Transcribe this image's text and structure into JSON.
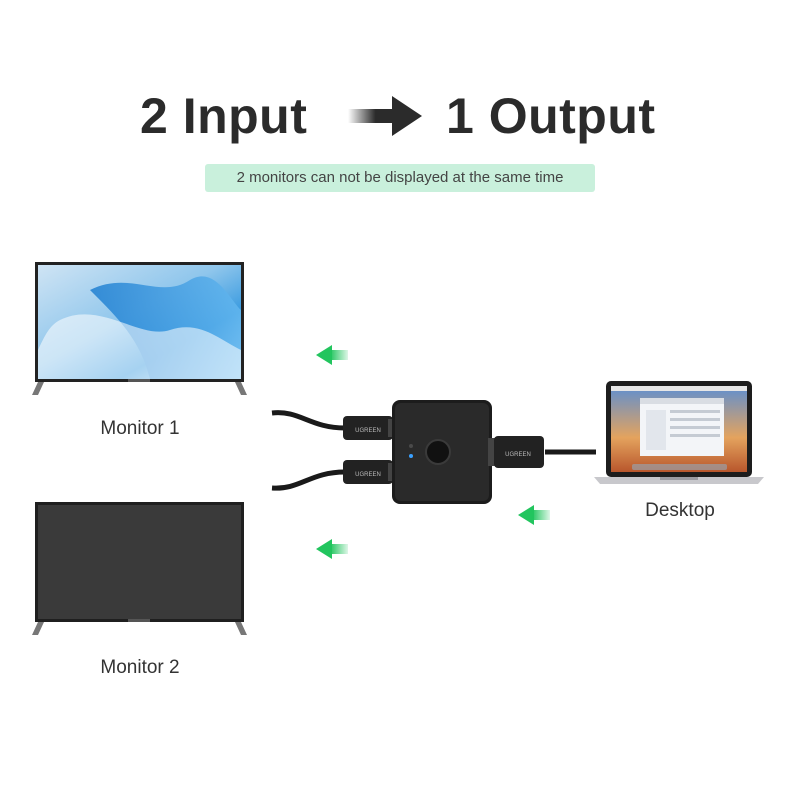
{
  "headline": {
    "input_label": "2 Input",
    "output_label": "1 Output",
    "arrow_icon": "arrow-right-icon"
  },
  "note": "2 monitors can not be displayed at the same time",
  "devices": {
    "monitor1_label": "Monitor 1",
    "monitor2_label": "Monitor 2",
    "desktop_label": "Desktop",
    "switch_brand": "UGREEN"
  },
  "colors": {
    "headline": "#2b2b2b",
    "note_bg": "#c9f0dc",
    "flow_arrow": "#22c55e",
    "switch_body": "#1c1c1c"
  }
}
